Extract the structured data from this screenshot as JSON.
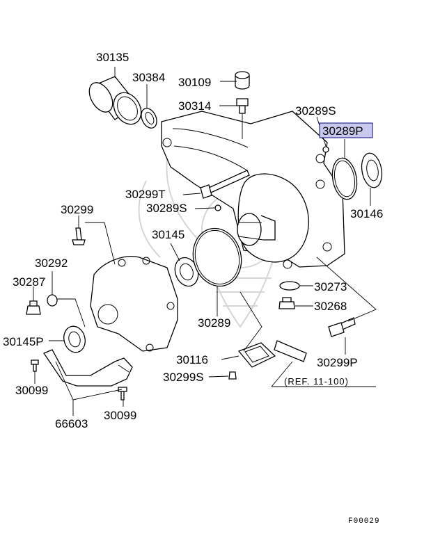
{
  "labels": {
    "p30135": "30135",
    "p30384": "30384",
    "p30109": "30109",
    "p30314": "30314",
    "p30289s_top": "30289S",
    "p30289p": "30289P",
    "p30146": "30146",
    "p30299t": "30299T",
    "p30289s_mid": "30289S",
    "p30299": "30299",
    "p30145": "30145",
    "p30292": "30292",
    "p30287": "30287",
    "p30273": "30273",
    "p30268": "30268",
    "p30289": "30289",
    "p30145p": "30145P",
    "p30116": "30116",
    "p30299p": "30299P",
    "p30099_left": "30099",
    "p30299s_bottom": "30299S",
    "p30099_bottom": "30099",
    "p66603": "66603",
    "ref_note": "(REF. 11-100)",
    "figure_code": "F00029"
  },
  "colors": {
    "highlight_fill": "#c9c9ee",
    "highlight_stroke": "#2b2b8f"
  }
}
